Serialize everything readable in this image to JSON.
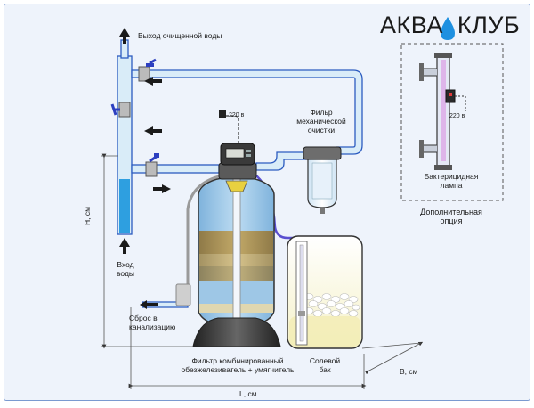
{
  "logo": {
    "part1": "АКВА",
    "part2": "КЛУБ"
  },
  "labels": {
    "outlet": "Выход очищенной воды",
    "inlet_line1": "Вход",
    "inlet_line2": "воды",
    "drain_line1": "Сброс в",
    "drain_line2": "канализацию",
    "mech_filter_line1": "Фильр",
    "mech_filter_line2": "механической",
    "mech_filter_line3": "очистки",
    "uv_lamp_line1": "Бактерицидная",
    "uv_lamp_line2": "лампа",
    "optional_line1": "Дополнительная",
    "optional_line2": "опция",
    "main_filter_line1": "Фильтр комбинированный",
    "main_filter_line2": "обезжелезиватель + умягчитель",
    "brine_tank_line1": "Солевой",
    "brine_tank_line2": "бак",
    "power_control": "220 в",
    "power_lamp": "220 в",
    "dim_height": "Н, см",
    "dim_length": "L, см",
    "dim_depth": "В, см"
  },
  "colors": {
    "pipe_fill": "#d9ecf8",
    "pipe_stroke": "#2c5cc0",
    "water": "#2e9fe0",
    "sand": "#c8a862",
    "gravel": "#e8d9a0",
    "tank_dark": "#3c3c3c",
    "arrow": "#1a1a1a"
  }
}
